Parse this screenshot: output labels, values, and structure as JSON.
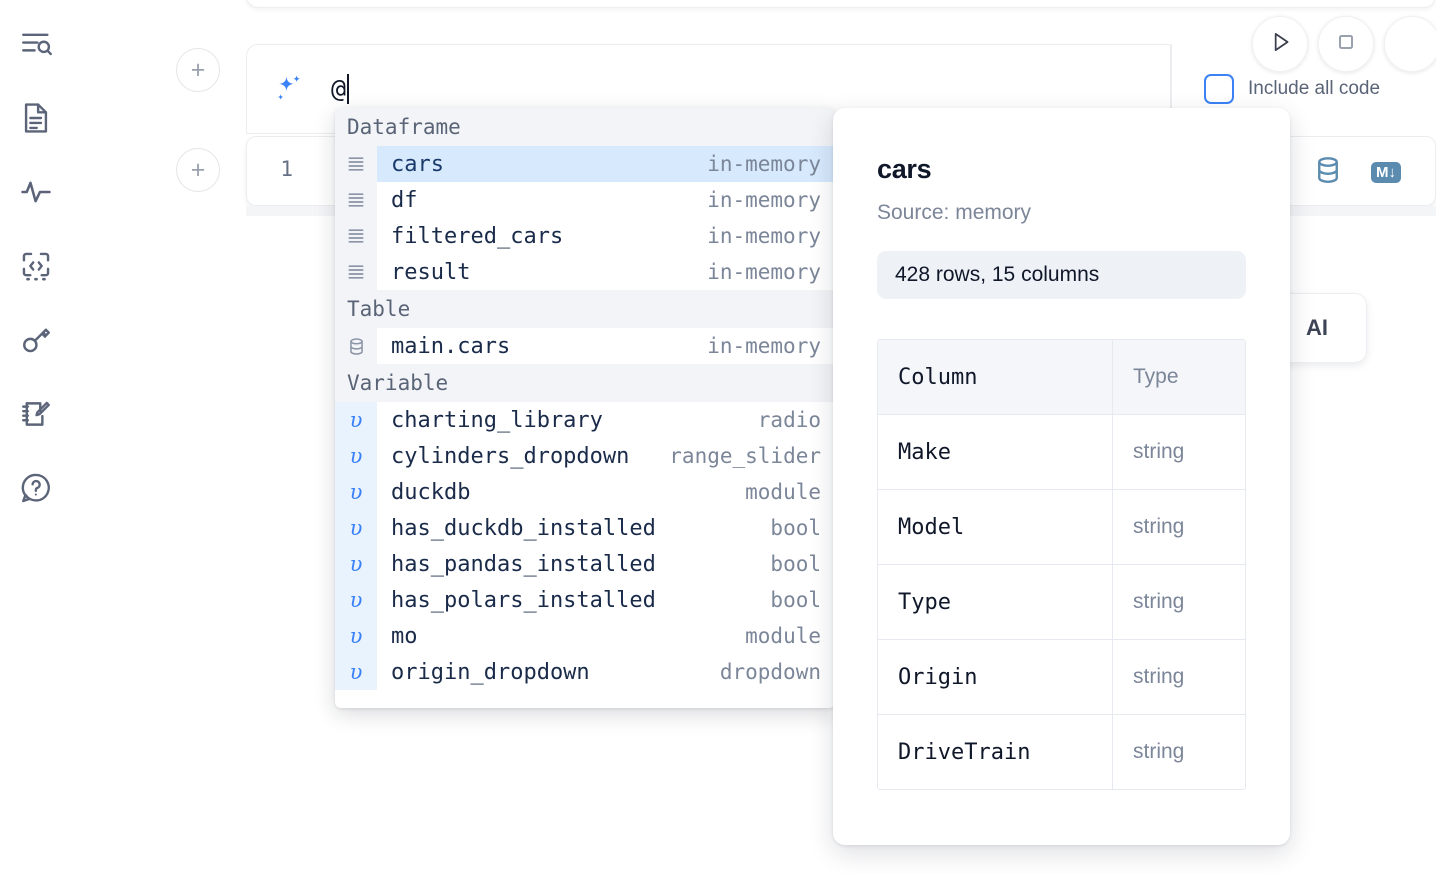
{
  "sidebar": {
    "items": [
      {
        "name": "outline-search-icon",
        "label": "Outline / Search"
      },
      {
        "name": "file-explorer-icon",
        "label": "File explorer"
      },
      {
        "name": "activity-icon",
        "label": "Activity"
      },
      {
        "name": "snippets-code-icon",
        "label": "Snippets"
      },
      {
        "name": "secrets-key-icon",
        "label": "Secrets"
      },
      {
        "name": "scratchpad-edit-icon",
        "label": "Scratchpad"
      },
      {
        "name": "help-question-icon",
        "label": "Help"
      }
    ]
  },
  "prompt": {
    "value": "@",
    "sparkle_icon": "ai-sparkle-icon",
    "include_all_code_label": "Include all code",
    "include_all_code_checked": false,
    "accent_blue": "#3b82f6"
  },
  "toolbar": {
    "run_button_label": "Run",
    "stop_button_label": "Stop",
    "run_icon": "play-triangle-icon",
    "stop_icon": "stop-square-icon"
  },
  "cell": {
    "line_number": "1",
    "database_icon": "database-icon",
    "markdown_icon": "markdown-down-icon",
    "icon_color": "#5b8cb0"
  },
  "add_buttons": {
    "label": "+",
    "icon": "plus-icon"
  },
  "ai_chip": {
    "label": "AI"
  },
  "autocomplete": {
    "groups": [
      {
        "label": "Dataframe",
        "icon": "dataframe-rows-icon",
        "items": [
          {
            "name": "cars",
            "type": "in-memory",
            "selected": true
          },
          {
            "name": "df",
            "type": "in-memory",
            "selected": false
          },
          {
            "name": "filtered_cars",
            "type": "in-memory",
            "selected": false
          },
          {
            "name": "result",
            "type": "in-memory",
            "selected": false
          }
        ]
      },
      {
        "label": "Table",
        "icon": "database-icon",
        "items": [
          {
            "name": "main.cars",
            "type": "in-memory",
            "selected": false
          }
        ]
      },
      {
        "label": "Variable",
        "icon": "variable-upsilon-icon",
        "items": [
          {
            "name": "charting_library",
            "type": "radio",
            "selected": false
          },
          {
            "name": "cylinders_dropdown",
            "type": "range_slider",
            "selected": false
          },
          {
            "name": "duckdb",
            "type": "module",
            "selected": false
          },
          {
            "name": "has_duckdb_installed",
            "type": "bool",
            "selected": false
          },
          {
            "name": "has_pandas_installed",
            "type": "bool",
            "selected": false
          },
          {
            "name": "has_polars_installed",
            "type": "bool",
            "selected": false
          },
          {
            "name": "mo",
            "type": "module",
            "selected": false
          },
          {
            "name": "origin_dropdown",
            "type": "dropdown",
            "selected": false
          }
        ]
      }
    ]
  },
  "preview": {
    "title": "cars",
    "source": "Source: memory",
    "stats": "428 rows, 15 columns",
    "columns_header": "Column",
    "type_header": "Type",
    "rows": [
      {
        "column": "Make",
        "type": "string"
      },
      {
        "column": "Model",
        "type": "string"
      },
      {
        "column": "Type",
        "type": "string"
      },
      {
        "column": "Origin",
        "type": "string"
      },
      {
        "column": "DriveTrain",
        "type": "string"
      }
    ]
  }
}
